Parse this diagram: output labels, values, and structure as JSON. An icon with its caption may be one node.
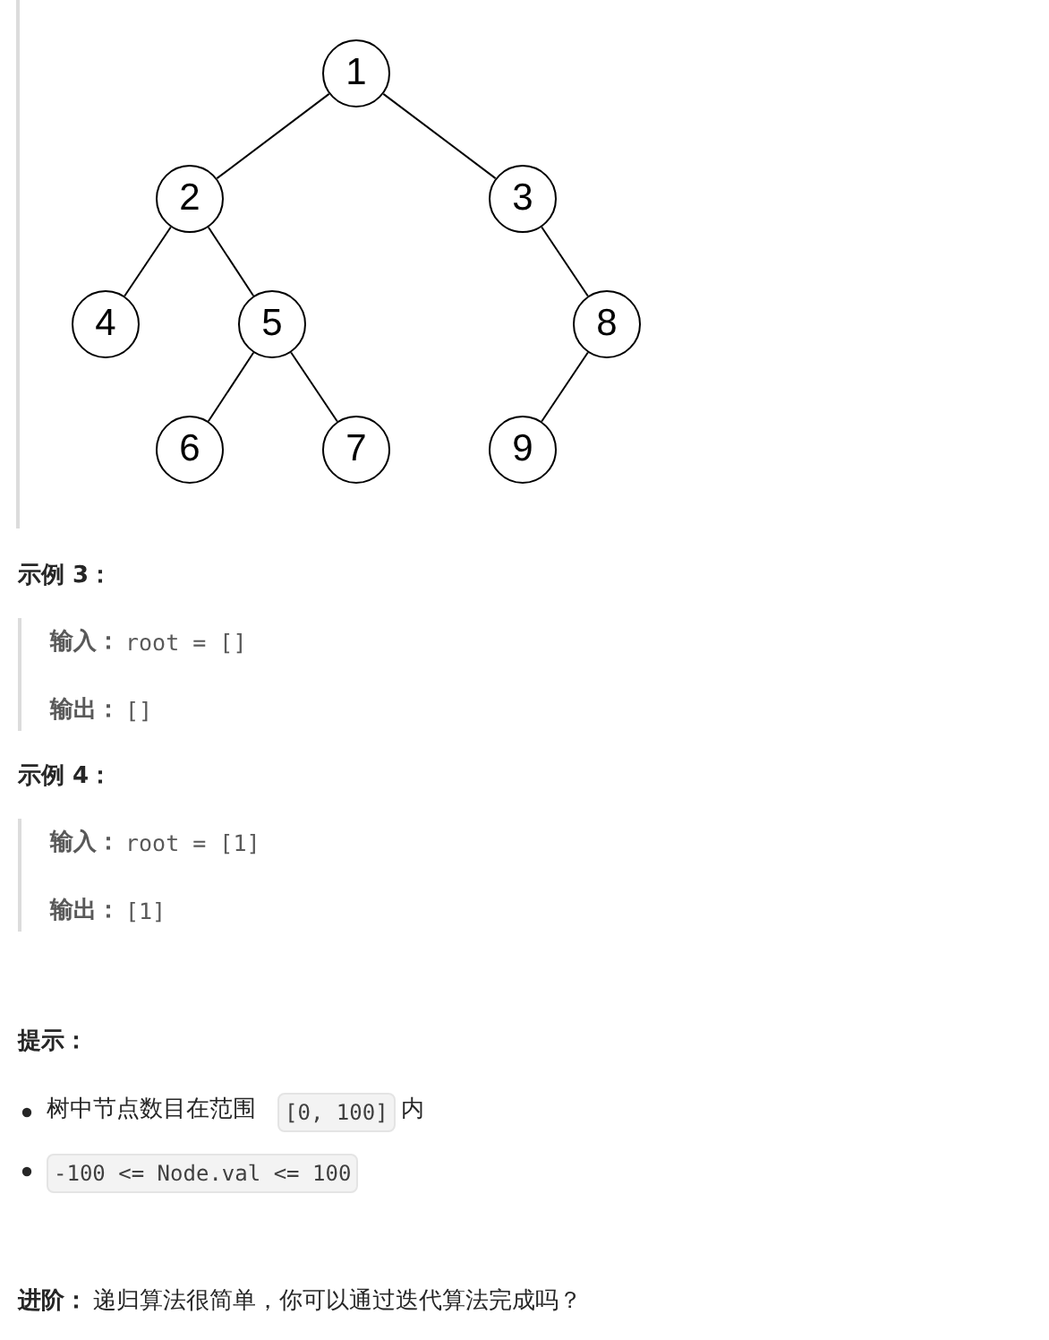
{
  "diagram": {
    "nodes": [
      {
        "text": [
          "1"
        ]
      },
      {
        "text": [
          "2"
        ]
      },
      {
        "text": [
          "3"
        ]
      },
      {
        "text": [
          "4"
        ]
      },
      {
        "text": [
          "5"
        ]
      },
      {
        "text": [
          "8"
        ]
      },
      {
        "text": [
          "6"
        ]
      },
      {
        "text": [
          "7"
        ]
      },
      {
        "text": [
          "9"
        ]
      }
    ],
    "edges": [
      {
        "from": 0,
        "to": 1,
        "arrow": "none"
      },
      {
        "from": 0,
        "to": 2,
        "arrow": "none"
      },
      {
        "from": 1,
        "to": 3,
        "arrow": "none"
      },
      {
        "from": 1,
        "to": 4,
        "arrow": "none"
      },
      {
        "from": 2,
        "to": 5,
        "arrow": "none"
      },
      {
        "from": 4,
        "to": 6,
        "arrow": "none"
      },
      {
        "from": 4,
        "to": 7,
        "arrow": "none"
      },
      {
        "from": 5,
        "to": 8,
        "arrow": "none"
      }
    ],
    "labels": [
      "示例 3：",
      "输入：",
      "root = []",
      "输出：",
      "[]",
      "示例 4：",
      "输入：",
      "root = [1]",
      "输出：",
      "[1]",
      "提示：",
      "树中节点数目在范围",
      "[0, 100]",
      "内",
      "-100 <= Node.val <= 100",
      "进阶：",
      "递归算法很简单，你可以通过迭代算法完成吗？"
    ]
  }
}
